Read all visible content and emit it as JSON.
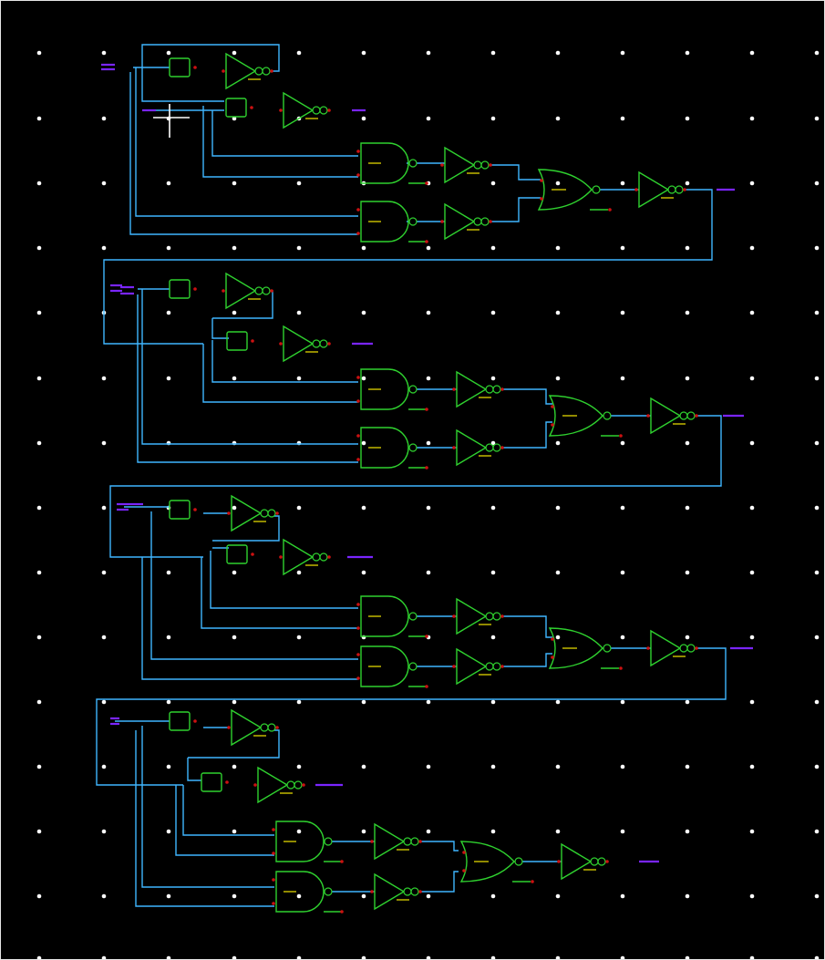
{
  "canvas": {
    "background": "#000000",
    "border": "#e6e6e6",
    "grid_dot_color": "#ffffff"
  },
  "colors": {
    "wire": "#3fb6ff",
    "gate": "#2fd12f",
    "terminal": "#cc1111",
    "io_pin": "#7a25ff",
    "gate_label": "#f2e600"
  },
  "cursor": {
    "icon": "crosshair-cursor-icon"
  },
  "circuit": {
    "stages": [
      {
        "id": 1,
        "gates": [
          "buffer",
          "inverter",
          "buffer",
          "inverter",
          "and",
          "inverter",
          "and",
          "inverter",
          "or",
          "inverter"
        ]
      },
      {
        "id": 2,
        "gates": [
          "buffer",
          "inverter",
          "buffer",
          "inverter",
          "and",
          "inverter",
          "and",
          "inverter",
          "or",
          "inverter"
        ]
      },
      {
        "id": 3,
        "gates": [
          "buffer",
          "inverter",
          "buffer",
          "inverter",
          "and",
          "inverter",
          "and",
          "inverter",
          "or",
          "inverter"
        ]
      },
      {
        "id": 4,
        "gates": [
          "buffer",
          "inverter",
          "buffer",
          "inverter",
          "and",
          "inverter",
          "and",
          "inverter",
          "or",
          "inverter"
        ]
      }
    ]
  }
}
